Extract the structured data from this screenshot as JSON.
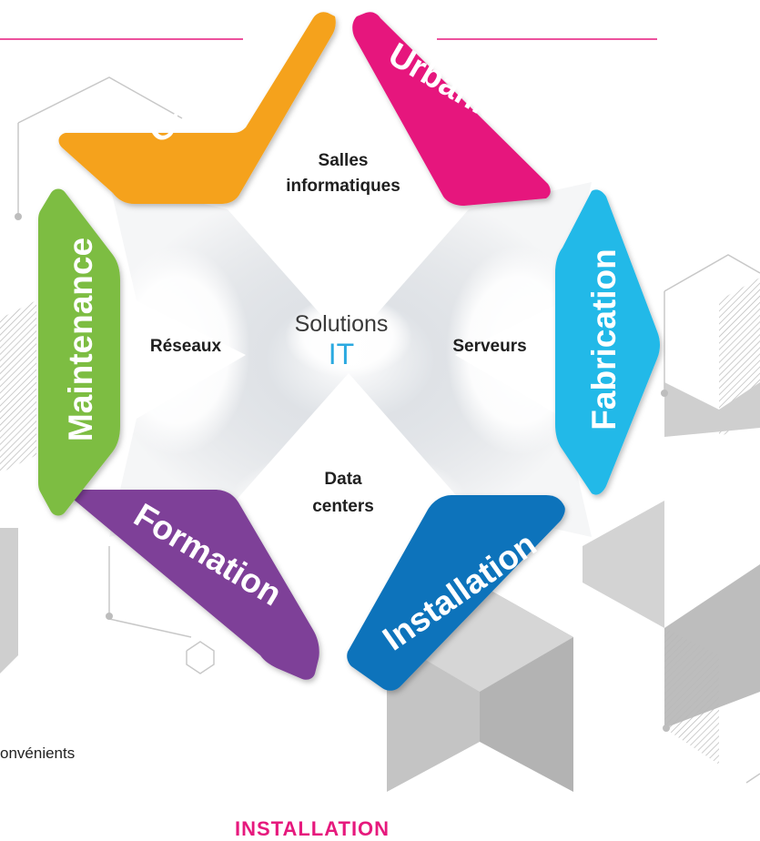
{
  "diagram": {
    "center": {
      "line1": "Solutions",
      "line2": "IT"
    },
    "segments": [
      {
        "key": "conseil",
        "label": "Conseil",
        "color": "#f5a21c"
      },
      {
        "key": "urbanisation",
        "label": "Urbanisation",
        "color": "#e6197d"
      },
      {
        "key": "fabrication",
        "label": "Fabrication",
        "color": "#21b9e8"
      },
      {
        "key": "installation",
        "label": "Installation",
        "color": "#1173bb"
      },
      {
        "key": "formation",
        "label": "Formation",
        "color": "#7e3f98"
      },
      {
        "key": "maintenance",
        "label": "Maintenance",
        "color": "#7dbd42"
      }
    ],
    "inner": {
      "top": [
        "Salles",
        "informatiques"
      ],
      "left": "Réseaux",
      "right": "Serveurs",
      "bottom": [
        "Data",
        "centers"
      ]
    }
  },
  "page": {
    "accent_color": "#e6197d",
    "center_accent_color": "#2aa9e0",
    "footer_text": "onvénients",
    "footer_heading": "INSTALLATION"
  }
}
